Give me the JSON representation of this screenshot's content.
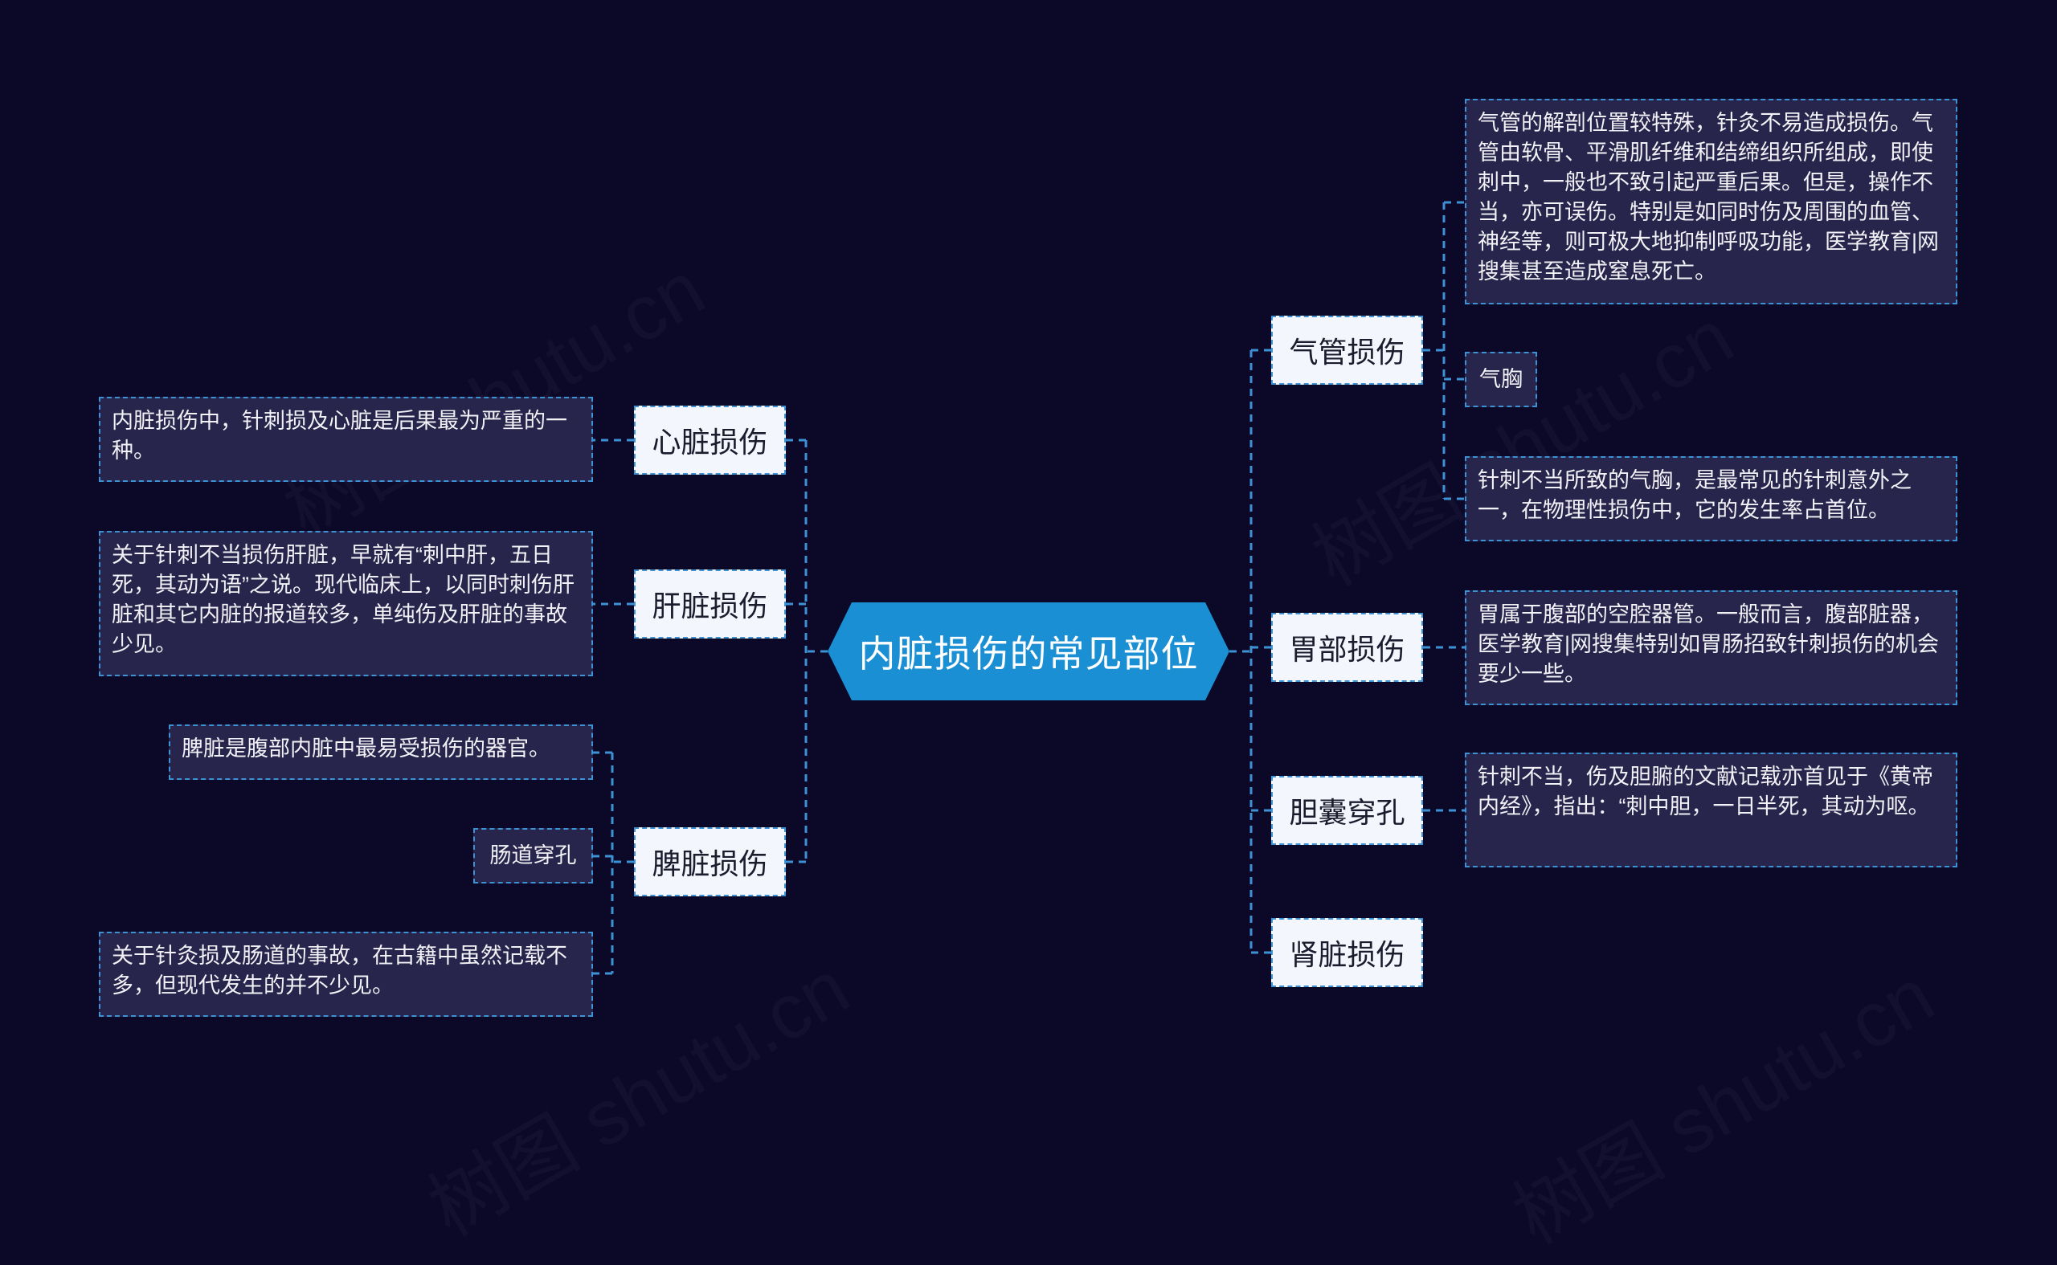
{
  "center": {
    "label": "内脏损伤的常见部位"
  },
  "watermark": "树图 shutu.cn",
  "left_topics": [
    {
      "label": "心脏损伤"
    },
    {
      "label": "肝脏损伤"
    },
    {
      "label": "脾脏损伤"
    }
  ],
  "right_topics": [
    {
      "label": "气管损伤"
    },
    {
      "label": "胃部损伤"
    },
    {
      "label": "胆囊穿孔"
    },
    {
      "label": "肾脏损伤"
    }
  ],
  "leaves": {
    "heart": "内脏损伤中，针刺损及心脏是后果最为严重的一种。",
    "liver": "关于针刺不当损伤肝脏，早就有“刺中肝，五日死，其动为语”之说。现代临床上，以同时刺伤肝脏和其它内脏的报道较多，单纯伤及肝脏的事故少见。",
    "spleen_1": "脾脏是腹部内脏中最易受损伤的器官。",
    "spleen_2": "肠道穿孔",
    "spleen_3": "关于针灸损及肠道的事故，在古籍中虽然记载不多，但现代发生的并不少见。",
    "trachea_1": "气管的解剖位置较特殊，针灸不易造成损伤。气管由软骨、平滑肌纤维和结缔组织所组成，即使刺中，一般也不致引起严重后果。但是，操作不当，亦可误伤。特别是如同时伤及周围的血管、神经等，则可极大地抑制呼吸功能，医学教育|网搜集甚至造成窒息死亡。",
    "trachea_2": "气胸",
    "trachea_3": "针刺不当所致的气胸，是最常见的针刺意外之一，在物理性损伤中，它的发生率占首位。",
    "stomach": "胃属于腹部的空腔器管。一般而言，腹部脏器，医学教育|网搜集特别如胃肠招致针刺损伤的机会要少一些。",
    "gallbladder": "针刺不当，伤及胆腑的文献记载亦首见于《黄帝内经》，指出：“刺中胆，一日半死，其动为呕。"
  },
  "colors": {
    "background": "#0b0828",
    "center_fill": "#1b8fd3",
    "topic_fill": "#f3f6fc",
    "leaf_fill": "#28254c",
    "connector": "#3c92d4"
  }
}
